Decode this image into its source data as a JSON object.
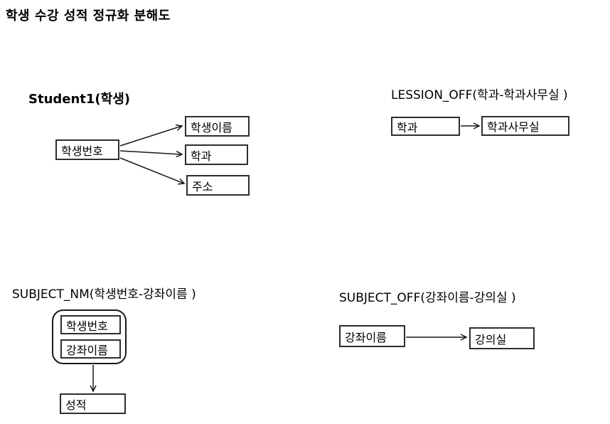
{
  "page": {
    "title": "학생 수강 성적 정규화 분해도",
    "background_color": "#ffffff",
    "line_color": "#1a1a1a"
  },
  "diagrams": {
    "student1": {
      "title": "Student1(학생)",
      "source": "학생번호",
      "targets": [
        "학생이름",
        "학과",
        "주소"
      ]
    },
    "lession_off": {
      "title": "LESSION_OFF(학과-학과사무실 )",
      "source": "학과",
      "target": "학과사무실"
    },
    "subject_nm": {
      "title": "SUBJECT_NM(학생번호-강좌이름 )",
      "composite_keys": [
        "학생번호",
        "강좌이름"
      ],
      "target": "성적"
    },
    "subject_off": {
      "title": "SUBJECT_OFF(강좌이름-강의실 )",
      "source": "강좌이름",
      "target": "강의실"
    }
  }
}
